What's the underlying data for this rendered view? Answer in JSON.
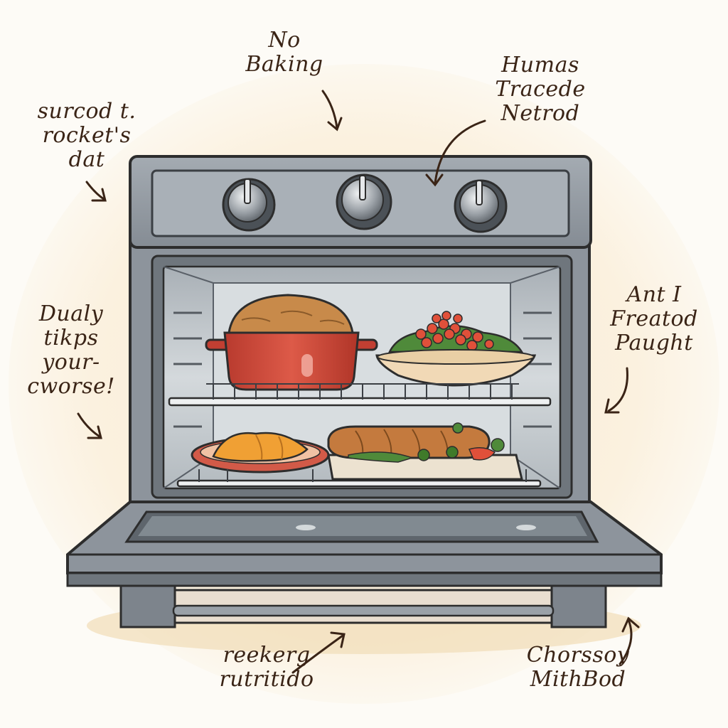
{
  "annotations": {
    "top_center": [
      "No",
      "Baking"
    ],
    "top_left": [
      "surcod t.",
      "rocket's",
      "dat"
    ],
    "top_right": [
      "Humas",
      "Tracede",
      "Netrod"
    ],
    "mid_left": [
      "Dualy",
      "tikps",
      "your-",
      "cworse!"
    ],
    "mid_right": [
      "Ant I",
      "Freatod",
      "Paught"
    ],
    "bottom_center": [
      "reekerg",
      "rutritido"
    ],
    "bottom_right": [
      "Chorssoy",
      "MithBod"
    ]
  },
  "colors": {
    "oven_body": "#8d949c",
    "oven_dark": "#5a6068",
    "interior": "#c9cfd4",
    "pot_red": "#d24a3c",
    "bread": "#c88a4a",
    "tomato": "#e0503a",
    "greens": "#4f8a3a",
    "ink": "#3a2416",
    "paper_wash": "#f6e6c8"
  },
  "icons": [
    "knob-icon",
    "arrow-icon"
  ]
}
